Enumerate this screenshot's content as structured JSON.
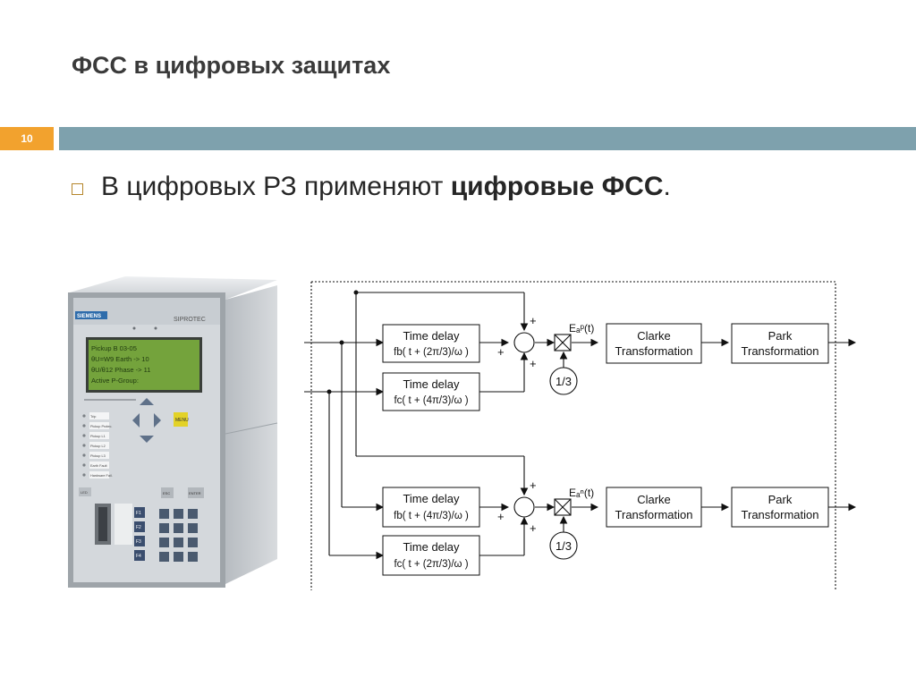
{
  "slide": {
    "title": "ФСС в цифровых защитах",
    "number": "10",
    "bullet_text": "В цифровых РЗ применяют ",
    "bullet_bold": "цифровые ФСС",
    "bullet_end": "."
  },
  "relay": {
    "brand": "SIEMENS",
    "model": "SIPROTEC",
    "lcd_lines": [
      "Pickup B         03-05",
      "θU=W9 Earth     -> 10",
      " θU/θ12 Phase    -> 11",
      "Active P-Group:"
    ],
    "menu_label": "MENU",
    "esc_label": "ESC",
    "enter_label": "ENTER",
    "func_keys": [
      "F1",
      "F2",
      "F3",
      "F4"
    ],
    "led_labels": [
      "Trip",
      "Pickup Protec.",
      "Pickup L1",
      "Pickup L2",
      "Pickup L3",
      "Earth Fault",
      "Hardware Fail."
    ],
    "lamp_label": "LED"
  },
  "diagram": {
    "top": {
      "delay1_title": "Time delay",
      "delay1_formula": "fb( t + (2π/3)/ω )",
      "delay2_title": "Time delay",
      "delay2_formula": "fc( t + (4π/3)/ω )",
      "output_label": "Eₐᵖ(t)",
      "gain": "1/3",
      "clarke_line1": "Clarke",
      "clarke_line2": "Transformation",
      "park_line1": "Park",
      "park_line2": "Transformation",
      "plus_top": "+",
      "plus_left": "+",
      "plus_bottom": "+"
    },
    "bottom": {
      "delay1_title": "Time delay",
      "delay1_formula": "fb( t + (4π/3)/ω )",
      "delay2_title": "Time delay",
      "delay2_formula": "fc( t + (2π/3)/ω )",
      "output_label": "Eₐⁿ(t)",
      "gain": "1/3",
      "clarke_line1": "Clarke",
      "clarke_line2": "Transformation",
      "park_line1": "Park",
      "park_line2": "Transformation",
      "plus_top": "+",
      "plus_left": "+",
      "plus_bottom": "+"
    }
  }
}
